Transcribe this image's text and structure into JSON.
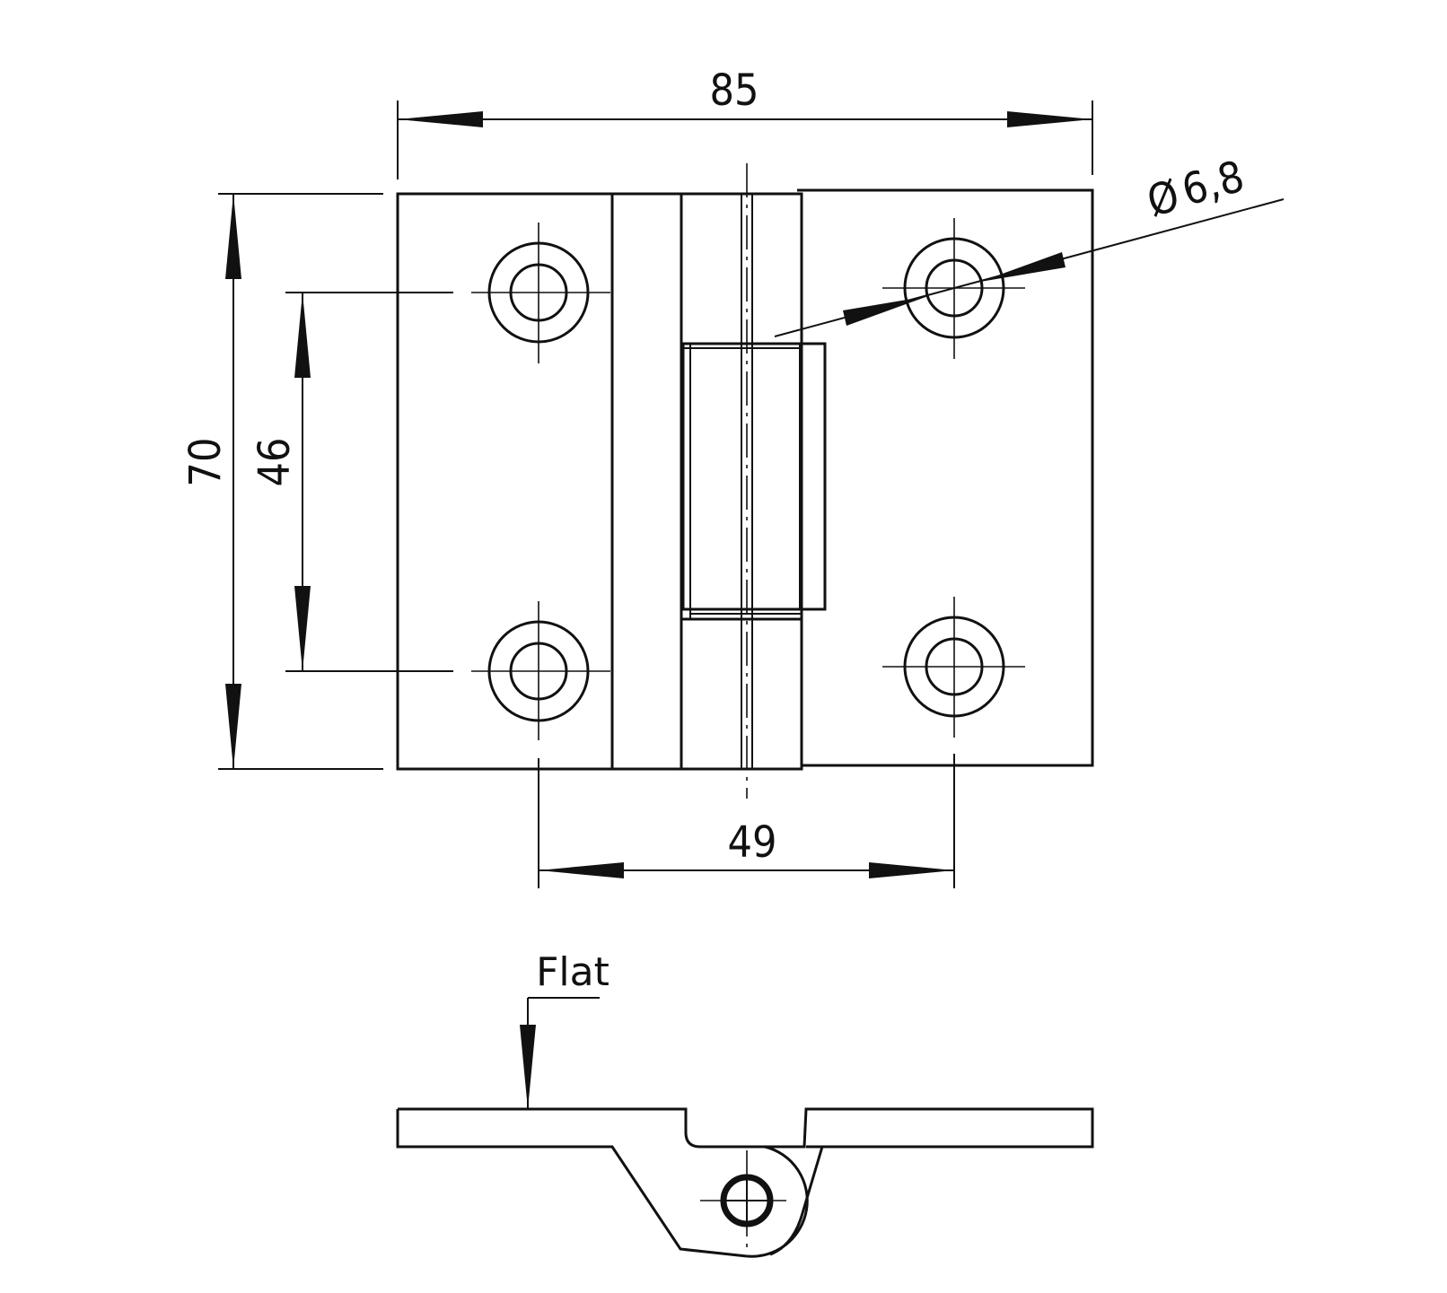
{
  "dimensions": {
    "overall_width": "85",
    "overall_height": "70",
    "hole_spacing_vertical": "46",
    "hole_spacing_horizontal": "49",
    "hole_diameter": "6,8"
  },
  "symbols": {
    "diameter": "Ø"
  },
  "labels": {
    "flat": "Flat"
  },
  "colors": {
    "line": "#111111",
    "background": "#ffffff"
  }
}
